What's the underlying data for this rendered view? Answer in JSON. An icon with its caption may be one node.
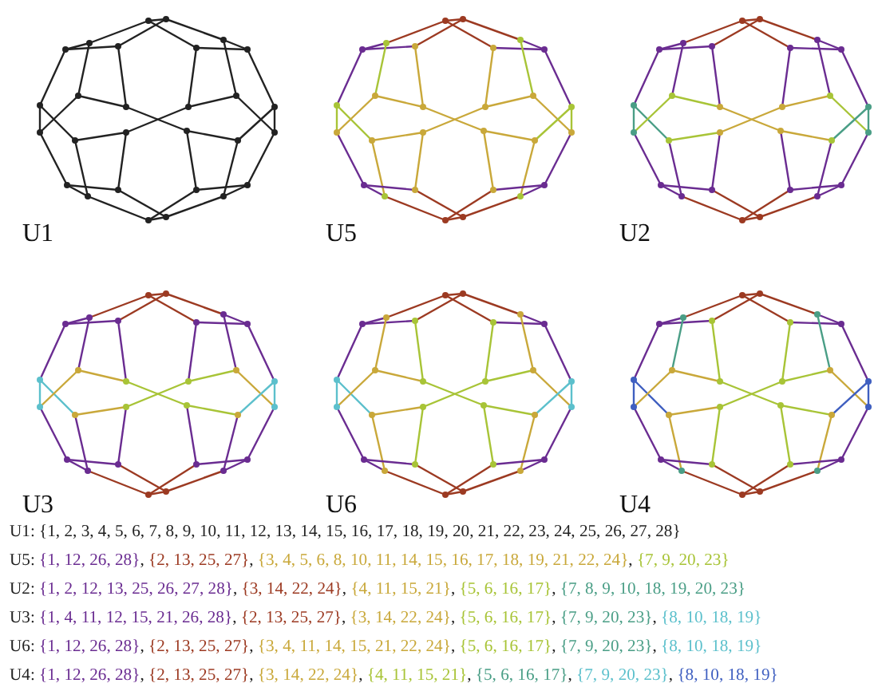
{
  "diagram": {
    "labels": [
      "U1",
      "U5",
      "U2",
      "U3",
      "U6",
      "U4",
      "U1: {1, 2, 3, 4, 5, 6, 7, 8, 9, 10, 11, 12, 13, 14, 15, 16, 17, 18, 19, 20, 21, 22, 23, 24, 25, 26, 27, 28}",
      "U5: {1, 12, 26, 28}, {2, 13, 25, 27}, {3, 4, 5, 6, 8, 10, 11, 14, 15, 16, 17, 18, 19, 21, 22, 24}, {7, 9, 20, 23}",
      "U2: {1, 2, 12, 13, 25, 26, 27, 28}, {3, 14, 22, 24}, {4, 11, 15, 21}, {5, 6, 16, 17}, {7, 8, 9, 10, 18, 19, 20, 23}",
      "U3: {1, 4, 11, 12, 15, 21, 26, 28}, {2, 13, 25, 27}, {3, 14, 22, 24}, {5, 6, 16, 17}, {7, 9, 20, 23}, {8, 10, 18, 19}",
      "U6: {1, 12, 26, 28}, {2, 13, 25, 27}, {3, 4, 11, 14, 15, 21, 22, 24}, {5, 6, 16, 17}, {7, 9, 20, 23}, {8, 10, 18, 19}",
      "U4: {1, 12, 26, 28}, {2, 13, 25, 27}, {3, 14, 22, 24}, {4, 11, 15, 21}, {5, 6, 16, 17}, {7, 9, 20, 23}, {8, 10, 18, 19}"
    ]
  }
}
